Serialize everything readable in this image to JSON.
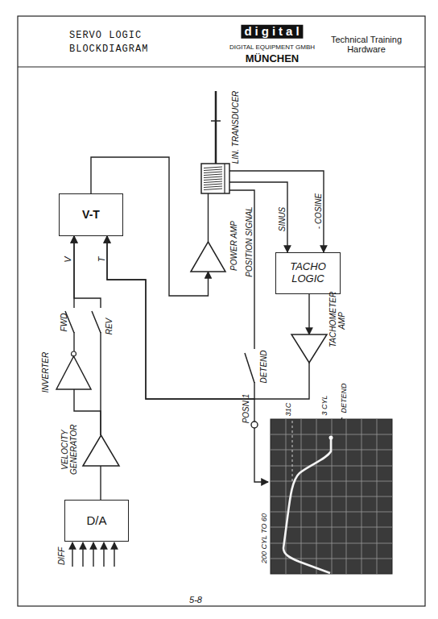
{
  "diagram": {
    "title": "SERVO LOGIC BLOCKDIAGRAM",
    "nodes": [
      {
        "text": [
          "V-T"
        ]
      },
      {
        "text": [
          "LIN. TRANSDUCER"
        ]
      },
      {
        "text": [
          "POWER AMP"
        ]
      },
      {
        "text": [
          "TACHO LOGIC"
        ]
      },
      {
        "text": [
          "TACHOMETER AMP"
        ]
      },
      {
        "text": [
          "INVERTER"
        ]
      },
      {
        "text": [
          "VELOCITY GENERATOR"
        ]
      },
      {
        "text": [
          "D/A"
        ]
      }
    ],
    "edges": [
      {
        "from": 7,
        "to": 6,
        "arrow": "none"
      },
      {
        "from": 6,
        "to": 5,
        "arrow": "none"
      },
      {
        "from": 5,
        "to": 0,
        "arrow": "to"
      },
      {
        "from": 6,
        "to": 0,
        "arrow": "to"
      },
      {
        "from": 4,
        "to": 0,
        "arrow": "to"
      },
      {
        "from": 0,
        "to": 2,
        "arrow": "to"
      },
      {
        "from": 2,
        "to": 1,
        "arrow": "none"
      },
      {
        "from": 1,
        "to": 3,
        "label": "SINUS",
        "arrow": "to"
      },
      {
        "from": 1,
        "to": 3,
        "label": "- COSINE",
        "arrow": "to"
      },
      {
        "from": 3,
        "to": 4,
        "arrow": "to"
      },
      {
        "from": 1,
        "to": 0,
        "label": "POSITION SIGNAL",
        "arrow": "to"
      }
    ],
    "labels": [
      "digital",
      "DIGITAL EQUIPMENT GMBH",
      "MÜNCHEN",
      "Technical Training Hardware",
      "V",
      "T",
      "FWD",
      "REV",
      "DETEND",
      "POSN 1",
      "DIFF",
      "31C",
      "3 CYL",
      "DETEND",
      "200 CYL TO 60",
      "5-8"
    ]
  }
}
